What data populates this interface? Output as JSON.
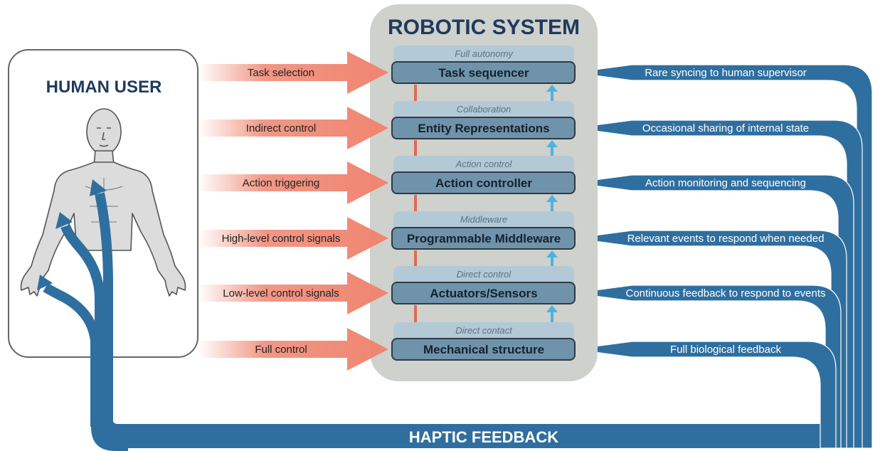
{
  "human": {
    "title": "HUMAN USER"
  },
  "robot": {
    "title": "ROBOTIC SYSTEM"
  },
  "bottom": {
    "title": "HAPTIC FEEDBACK"
  },
  "layers": [
    {
      "level": "Full autonomy",
      "name": "Task sequencer",
      "input": "Task selection",
      "feedback": "Rare syncing to human supervisor"
    },
    {
      "level": "Collaboration",
      "name": "Entity Representations",
      "input": "Indirect control",
      "feedback": "Occasional sharing of internal state"
    },
    {
      "level": "Action control",
      "name": "Action controller",
      "input": "Action triggering",
      "feedback": "Action monitoring and sequencing"
    },
    {
      "level": "Middleware",
      "name": "Programmable Middleware",
      "input": "High-level control signals",
      "feedback": "Relevant events to respond when needed"
    },
    {
      "level": "Direct control",
      "name": "Actuators/Sensors",
      "input": "Low-level control signals",
      "feedback": "Continuous feedback to respond to events"
    },
    {
      "level": "Direct contact",
      "name": "Mechanical structure",
      "input": "Full control",
      "feedback": "Full biological feedback"
    }
  ],
  "colors": {
    "control_arrow": "#ef8570",
    "feedback": "#2f6f9f",
    "robot_panel": "#cfd1cd",
    "layer_box": "#6f93ab",
    "level_band": "#b3c9d6",
    "title": "#1f3a5c",
    "down_arrow": "#e06a55",
    "up_arrow": "#4ab3e4"
  },
  "icons": {
    "human_figure": "human-figure-icon"
  }
}
